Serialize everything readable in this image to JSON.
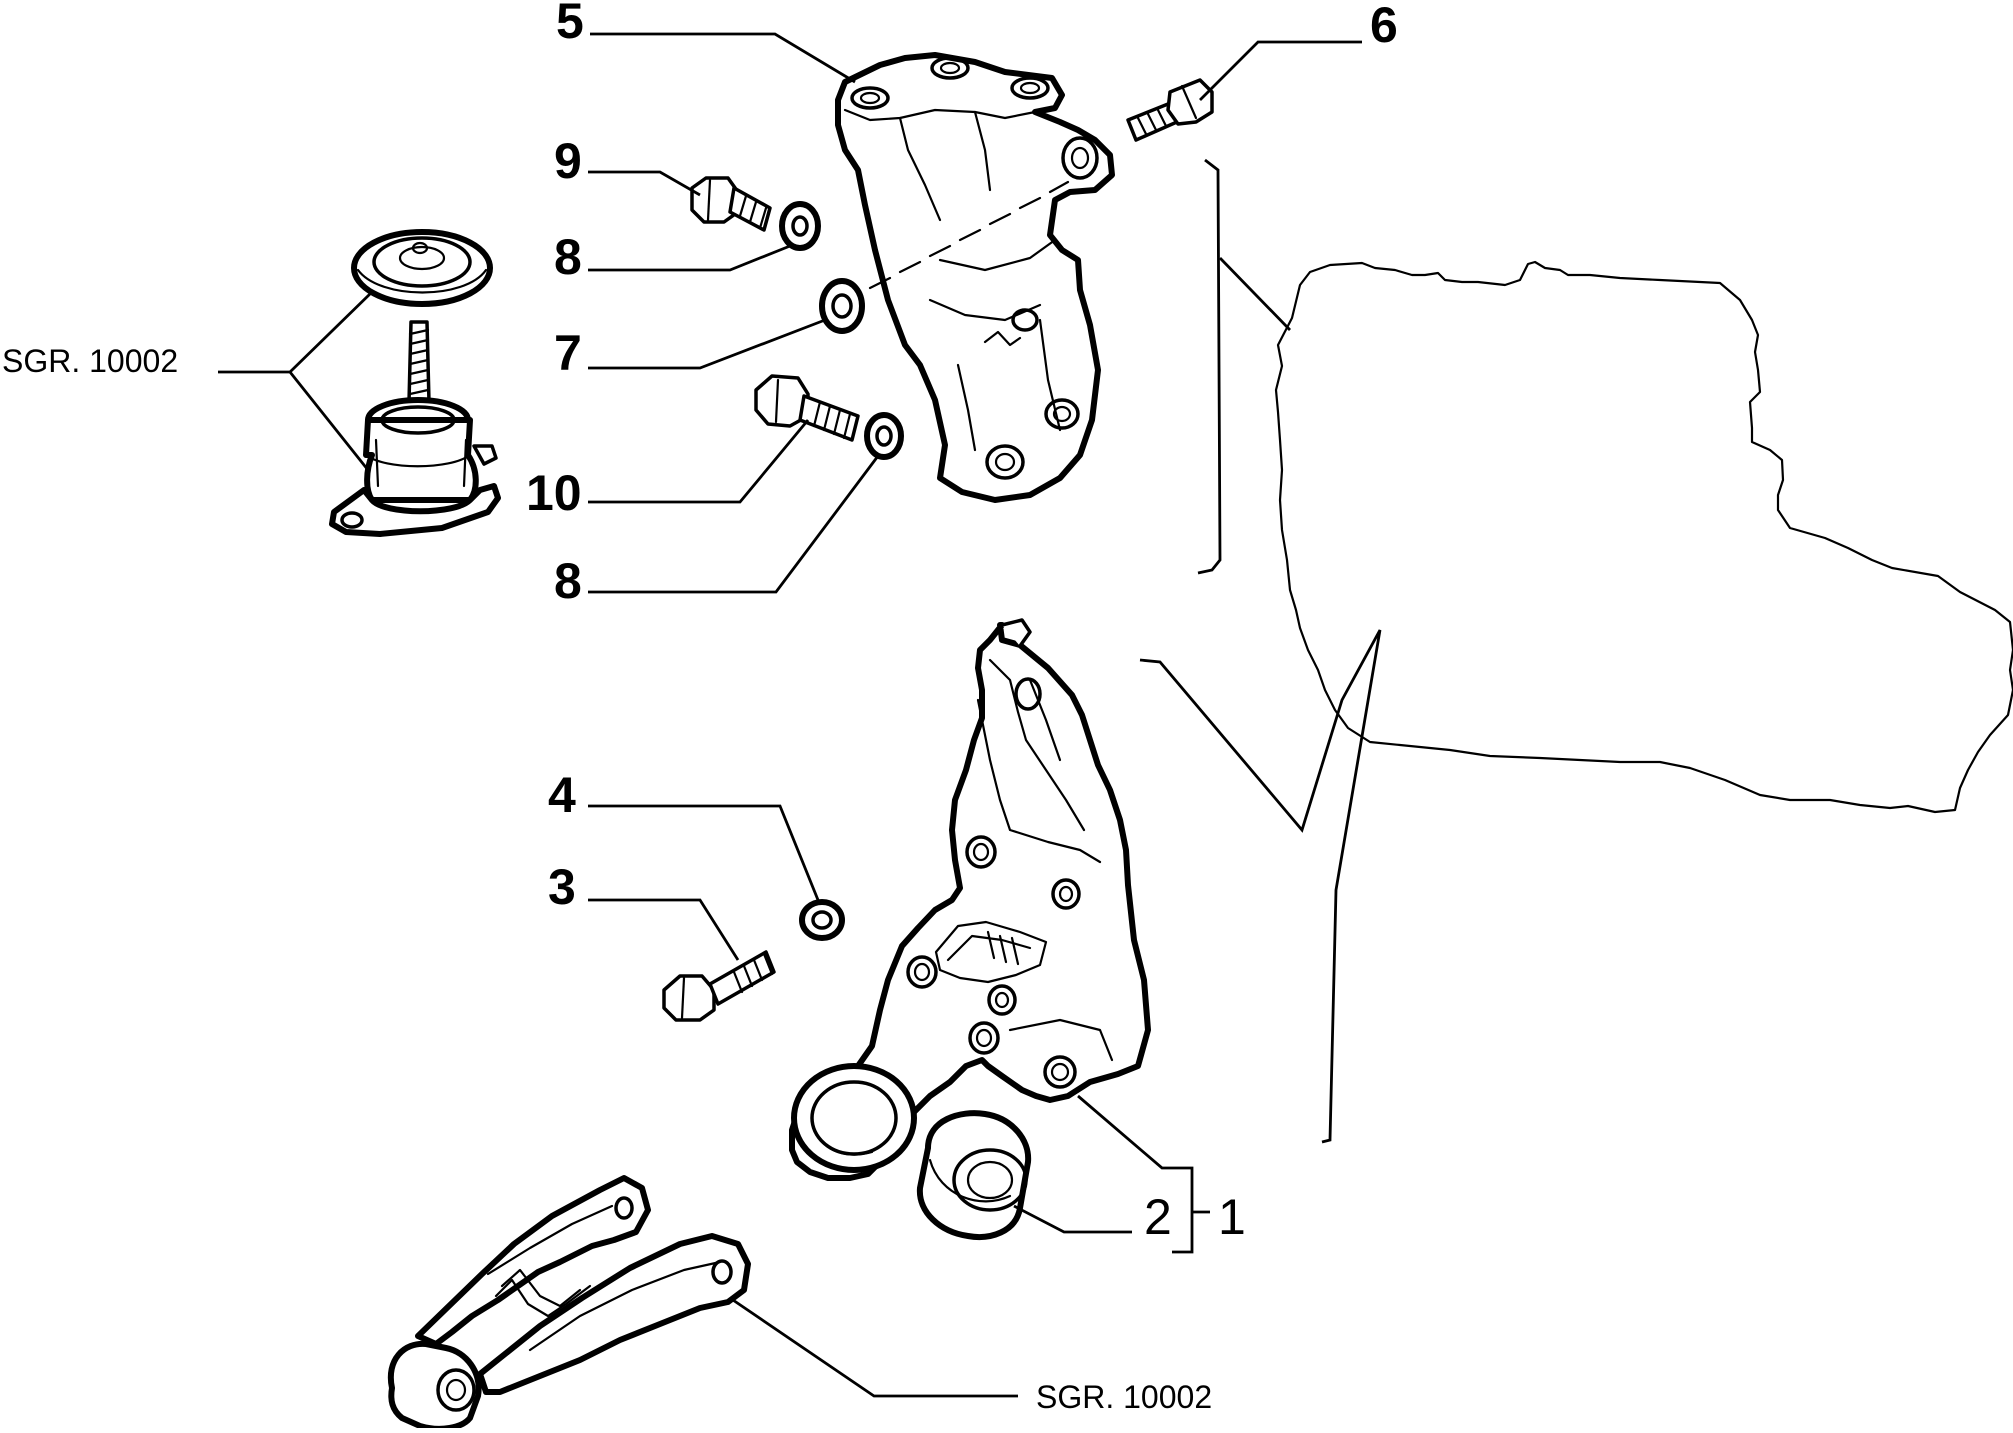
{
  "diagram": {
    "labels": {
      "part_1": "1",
      "part_2": "2",
      "part_3": "3",
      "part_4": "4",
      "part_5": "5",
      "part_6": "6",
      "part_7": "7",
      "part_8_upper": "8",
      "part_8_lower": "8",
      "part_9": "9",
      "part_10": "10"
    },
    "references": {
      "engine_mount_ref": "SGR. 10002",
      "torque_link_ref": "SGR. 10002"
    }
  }
}
